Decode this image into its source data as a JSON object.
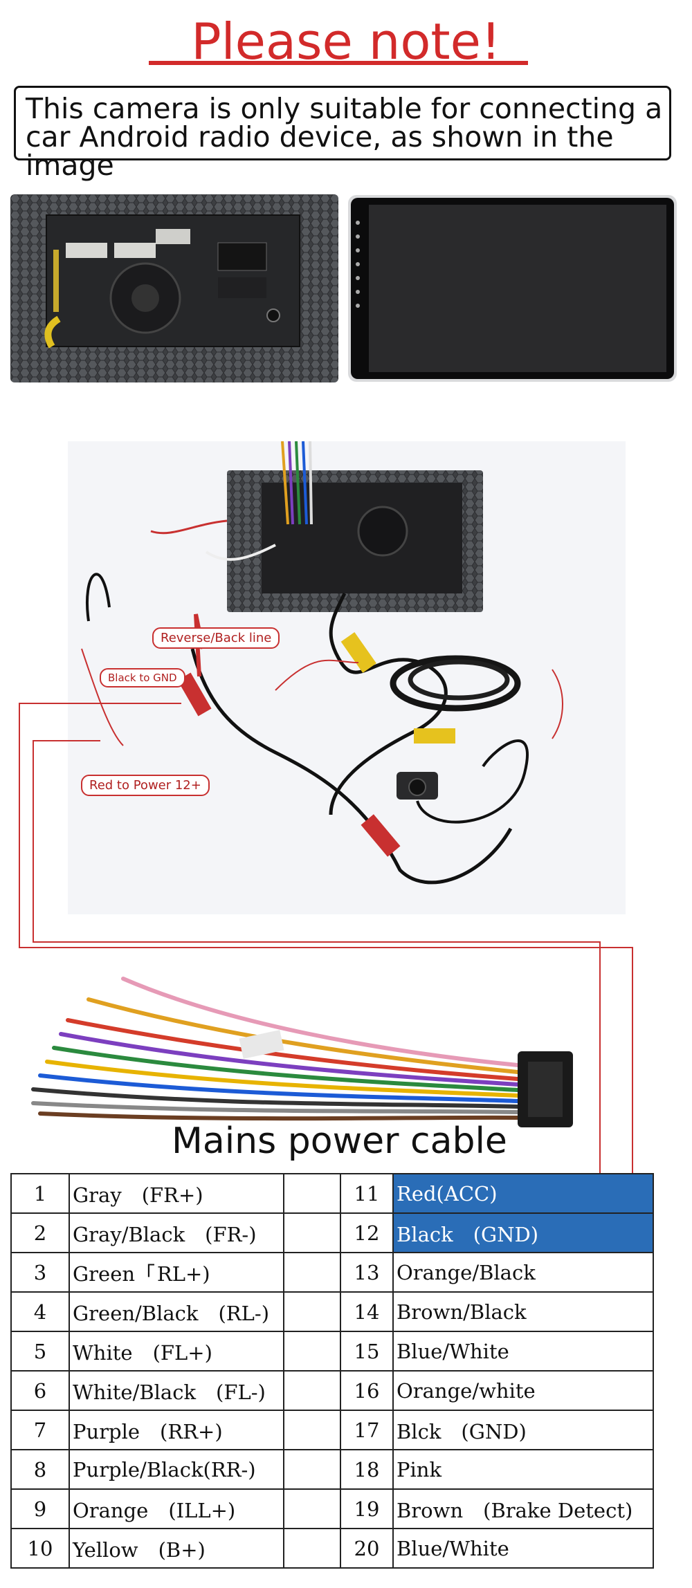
{
  "header": {
    "title": "Please note!"
  },
  "notice": {
    "line1": "This camera is only suitable for connecting a",
    "line2": "car Android radio device, as shown in the image"
  },
  "diagram": {
    "reverse_label": "Reverse/Back line",
    "gnd_label": "Black to GND",
    "power_label": "Red to Power 12+"
  },
  "harness": {
    "caption": "Mains power cable"
  },
  "pin_table": {
    "rows": [
      {
        "n1": "1",
        "l1": "Gray　(FR+)",
        "n2": "11",
        "l2": "Red(ACC)"
      },
      {
        "n1": "2",
        "l1": "Gray/Black　(FR-)",
        "n2": "12",
        "l2": "Black　(GND)"
      },
      {
        "n1": "3",
        "l1": "Green「 RL+)",
        "n2": "13",
        "l2": "Orange/Black"
      },
      {
        "n1": "4",
        "l1": "Green/Black　(RL-)",
        "n2": "14",
        "l2": "Brown/Black"
      },
      {
        "n1": "5",
        "l1": "White　(FL+)",
        "n2": "15",
        "l2": "Blue/White"
      },
      {
        "n1": "6",
        "l1": "White/Black　(FL-)",
        "n2": "16",
        "l2": "Orange/white"
      },
      {
        "n1": "7",
        "l1": "Purple　(RR+)",
        "n2": "17",
        "l2": "Blck　(GND)"
      },
      {
        "n1": "8",
        "l1": "Purple/Black(RR-)",
        "n2": "18",
        "l2": "Pink"
      },
      {
        "n1": "9",
        "l1": "Orange　(ILL+)",
        "n2": "19",
        "l2": "Brown　(Brake Detect)"
      },
      {
        "n1": "10",
        "l1": "Yellow　(B+)",
        "n2": "20",
        "l2": "Blue/White"
      }
    ]
  },
  "colors": {
    "accent_red": "#d22a2a",
    "highlight_blue": "#2a6db7"
  }
}
